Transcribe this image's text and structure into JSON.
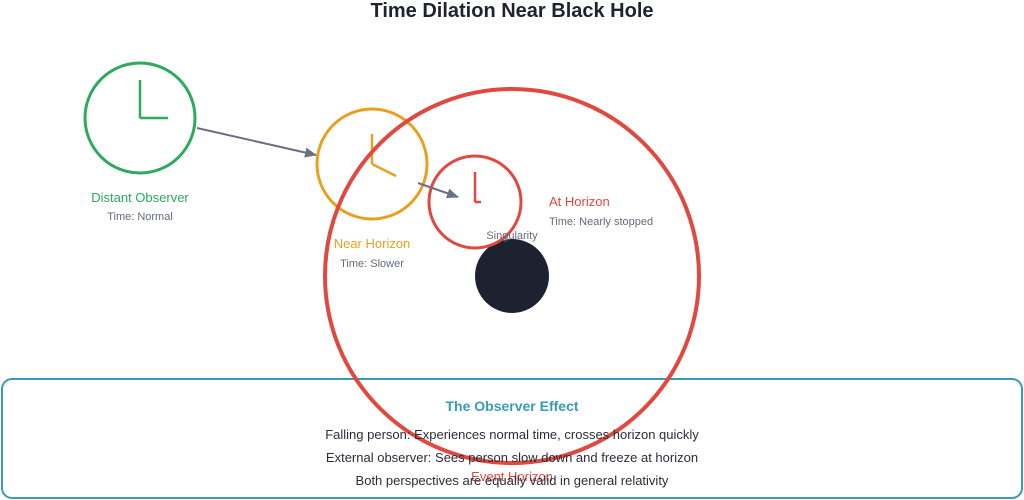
{
  "title": "Time Dilation Near Black Hole",
  "colors": {
    "distant": "#2eaa5c",
    "near": "#e8a020",
    "horizon": "#e0493f",
    "singularity": "#1e2130",
    "arrow": "#6b6f85",
    "panel": "#3a9ab8",
    "subtext": "#666a7a"
  },
  "clocks": {
    "distant": {
      "label": "Distant Observer",
      "time": "Time: Normal"
    },
    "near": {
      "label": "Near Horizon",
      "time": "Time: Slower"
    },
    "at_horizon": {
      "label": "At Horizon",
      "time": "Time: Nearly stopped"
    }
  },
  "singularity": {
    "label": "Singularity"
  },
  "event_horizon": {
    "label": "Event Horizon"
  },
  "observer_effect": {
    "title": "The Observer Effect",
    "lines": [
      "Falling person: Experiences normal time, crosses horizon quickly",
      "External observer: Sees person slow down and freeze at horizon",
      "Both perspectives are equally valid in general relativity"
    ]
  }
}
